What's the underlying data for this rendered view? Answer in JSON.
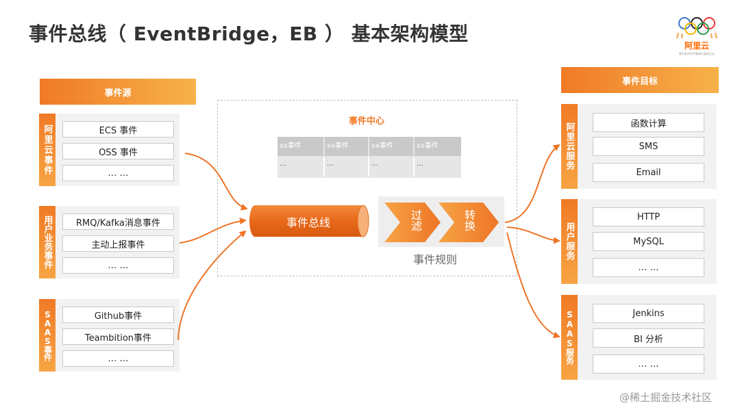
{
  "title": "事件总线（ EventBridge，EB ） 基本架构模型",
  "logo": {
    "text": "阿里云",
    "sub": "数字经济时代最具价值的企业"
  },
  "sources": {
    "header": "事件源",
    "groups": [
      {
        "label": "阿里云事件",
        "items": [
          "ECS 事件",
          "OSS 事件",
          "… …"
        ]
      },
      {
        "label": "用户业务事件",
        "items": [
          "RMQ/Kafka消息事件",
          "主动上报事件",
          "… …"
        ]
      },
      {
        "label": "SAAS事件",
        "items": [
          "Github事件",
          "Teambition事件",
          "… …"
        ]
      }
    ]
  },
  "center": {
    "title": "事件中心",
    "table_headers": [
      "xx事件",
      "xx事件",
      "xx事件",
      "xx事件"
    ],
    "table_cells": [
      "…",
      "…",
      "…",
      "…"
    ],
    "bus_label": "事件总线",
    "filter_label": "过滤",
    "transform_label": "转换",
    "rules_label": "事件规则"
  },
  "targets": {
    "header": "事件目标",
    "groups": [
      {
        "label": "阿里云服务",
        "items": [
          "函数计算",
          "SMS",
          "Email"
        ]
      },
      {
        "label": "用户服务",
        "items": [
          "HTTP",
          "MySQL",
          "… …"
        ]
      },
      {
        "label": "SAAS服务",
        "items": [
          "Jenkins",
          "BI 分析",
          "… …"
        ]
      }
    ]
  },
  "colors": {
    "accent": "#f07a26",
    "accent_light": "#f7b24a",
    "panel": "#f2f2f2"
  },
  "watermark": "@稀土掘金技术社区"
}
